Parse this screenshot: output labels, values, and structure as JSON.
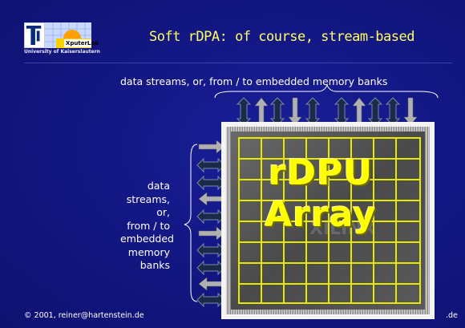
{
  "logo": {
    "lab_name": "XputerLab",
    "university": "University of Kaiserslautern"
  },
  "title": "Soft rDPA: of course, stream-based",
  "top_label": "data streams, or, from / to embedded memory banks",
  "side_label": [
    "data",
    "streams,",
    "or,",
    "from / to",
    "embedded",
    "memory",
    "banks"
  ],
  "chip_label": [
    "rDPU",
    "Array"
  ],
  "chip_watermark": "XILINX",
  "footer": {
    "left": "© 2001, reiner@hartenstein.de",
    "right": ".de"
  },
  "colors": {
    "background": "#121680",
    "title": "#ffff60",
    "chip_text": "#ffff00",
    "grid": "#e8e800",
    "arrow_dark": "#1c2a4a",
    "arrow_light": "#b0b0b0"
  },
  "icons": [
    "double-arrow-vertical",
    "double-arrow-horizontal",
    "arrow-down",
    "arrow-up",
    "arrow-right",
    "arrow-left",
    "curly-brace"
  ]
}
